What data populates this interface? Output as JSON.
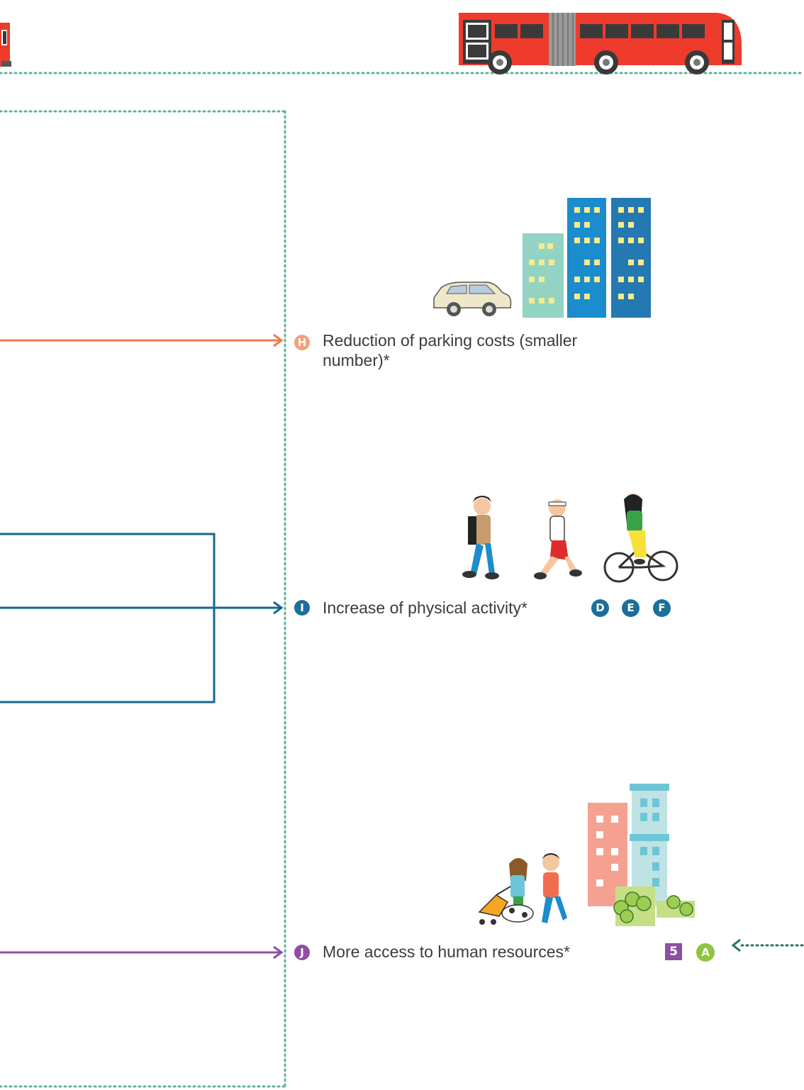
{
  "outcomes": [
    {
      "letter": "H",
      "text_line1": "Reduction of parking costs (smaller",
      "text_line2": "number)*",
      "color": "#f08a5d"
    },
    {
      "letter": "I",
      "text": "Increase of physical activity*",
      "color": "#1b6f9a"
    },
    {
      "letter": "J",
      "text": "More access to human resources*",
      "color": "#8e4fa2"
    }
  ],
  "related_badges_I": [
    "D",
    "E",
    "F"
  ],
  "related_badges_J": {
    "number": "5",
    "letter": "A"
  },
  "colors": {
    "orange": "#f07a4d",
    "blue": "#16678e",
    "purple": "#8e4fa2",
    "green_dotted": "#5fb398",
    "dark_green_arrow": "#1f7a4a",
    "badge_lightgreen": "#8dc63f",
    "bus_red": "#ee3b2c"
  },
  "icons": {
    "bus": "bus-icon",
    "car_buildings": "car-and-buildings-illustration",
    "active_people": "walk-run-cycle-illustration",
    "family_buildings": "family-and-buildings-illustration"
  }
}
